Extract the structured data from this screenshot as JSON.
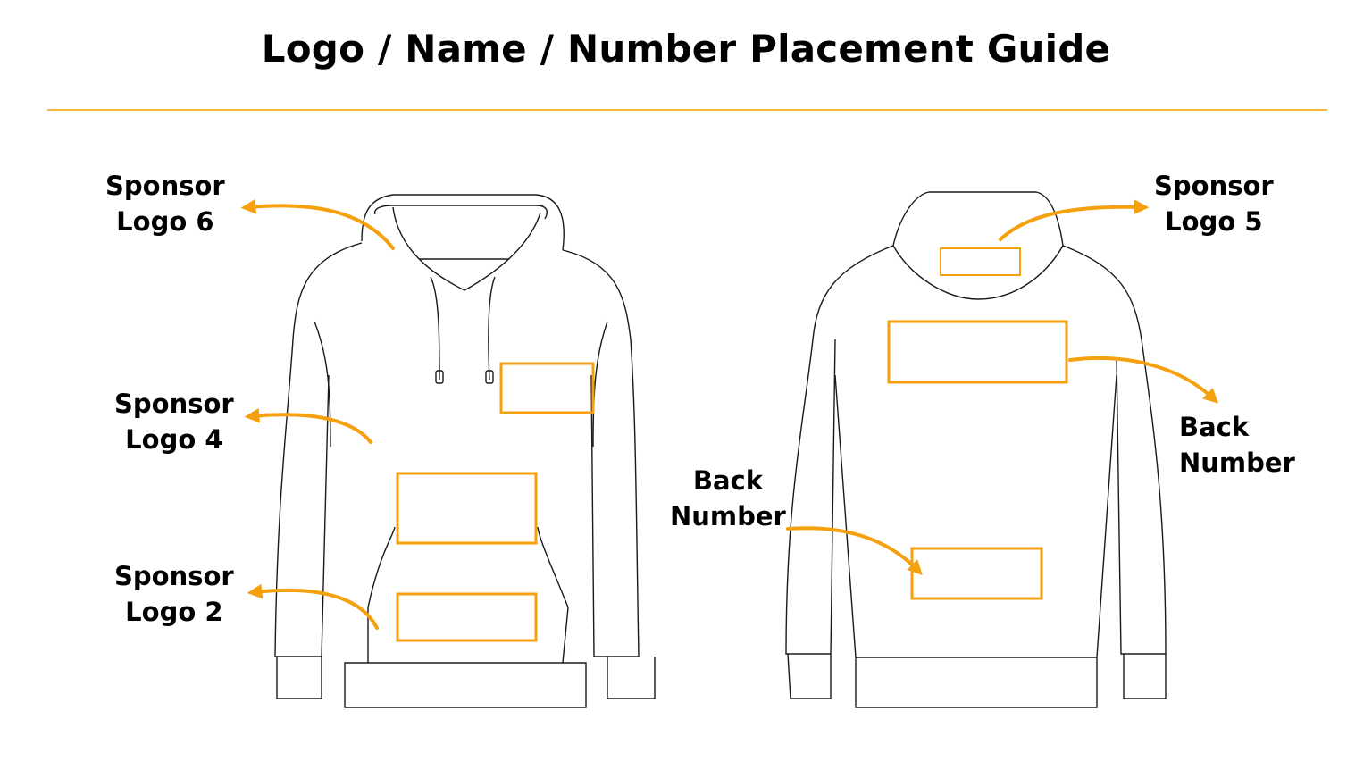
{
  "title": "Logo / Name / Number Placement Guide",
  "colors": {
    "accent": "#f5a00f",
    "outline": "#1a1a1a",
    "divider": "#f5b83a"
  },
  "labels": {
    "sponsor_logo_6": [
      "Sponsor",
      "Logo 6"
    ],
    "sponsor_logo_4": [
      "Sponsor",
      "Logo 4"
    ],
    "sponsor_logo_2": [
      "Sponsor",
      "Logo 2"
    ],
    "sponsor_logo_5": [
      "Sponsor",
      "Logo 5"
    ],
    "back_number_right": [
      "Back",
      "Number"
    ],
    "back_number_left": [
      "Back",
      "Number"
    ]
  }
}
